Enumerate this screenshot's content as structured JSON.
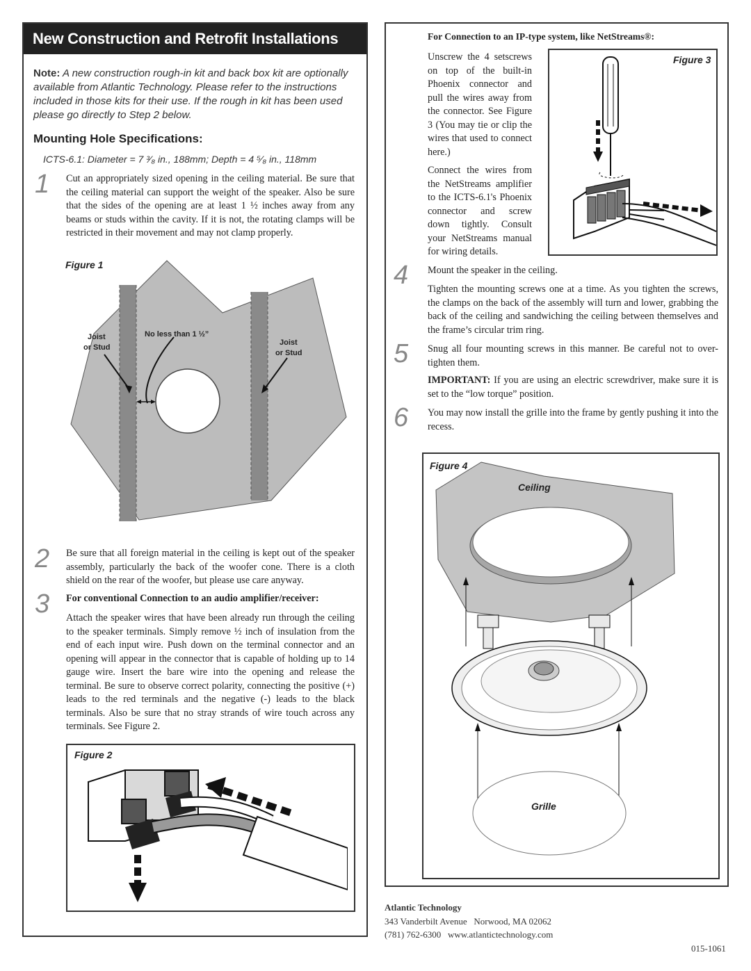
{
  "title": "New Construction and Retrofit Installations",
  "note": {
    "label": "Note:",
    "text": "A new construction rough-in kit and back box kit are optionally available from Atlantic Technology. Please refer to the instructions included in those kits for their use. If the rough in kit has been used please go directly to Step 2 below."
  },
  "mounting": {
    "heading": "Mounting Hole Specifications:",
    "spec": "ICTS-6.1: Diameter = 7 ³⁄₈ in., 188mm; Depth = 4 ⁵⁄₈ in., 118mm"
  },
  "steps": [
    {
      "num": "1",
      "text": "Cut an appropriately sized opening in the ceiling material. Be sure that the ceiling material can support the weight of the speaker. Also be sure that the sides of the opening are at least 1 ½ inches away from any beams or studs within the cavity. If it is not, the rotating clamps will be restricted in their movement and may not clamp properly."
    },
    {
      "num": "2",
      "text": "Be sure that all foreign material in the ceiling is kept out of the speaker assembly, particularly the back of the woofer cone. There is a cloth shield on the rear of the woofer, but please use care anyway."
    },
    {
      "num": "3",
      "heading": "For conventional Connection to an audio amplifier/receiver:",
      "text": "Attach the speaker wires that have been already run through the ceiling to the speaker terminals. Simply remove ½ inch of insulation from the end of each input wire. Push down on the terminal connector and an opening will appear in the connector that is capable of holding up to 14 gauge wire. Insert the bare wire into the opening and release the terminal. Be sure to observe correct polarity, connecting the positive (+) leads to the red terminals and the negative (-) leads to the black terminals. Also be sure that no stray strands of wire touch across any terminals. See Figure 2."
    },
    {
      "num": "4",
      "text1": "Mount the speaker in the ceiling.",
      "text2": "Tighten the mounting screws one at a time. As you tighten the screws, the clamps on the back of the assembly will turn and lower, grabbing the back of the ceiling and sandwiching the ceiling between themselves and the frame’s circular trim ring."
    },
    {
      "num": "5",
      "text": "Snug all four mounting screws in this manner. Be careful not to over-tighten them.",
      "important_label": "IMPORTANT:",
      "important_text": "If you are using an electric screwdriver, make sure it is set to the “low torque” position."
    },
    {
      "num": "6",
      "text": "You may now install the grille into the frame by gently pushing it into the recess."
    }
  ],
  "figure1": {
    "label": "Figure 1",
    "joist_left": [
      "Joist",
      "or Stud"
    ],
    "joist_right": [
      "Joist",
      "or Stud"
    ],
    "distance": "No less than 1 ½”"
  },
  "figure2": {
    "label": "Figure 2"
  },
  "ip": {
    "heading": "For Connection to an IP-type system, like NetStreams®:",
    "para1": "Unscrew the 4 setscrews on top of the built-in Phoenix connector and pull the wires away from the connector. See Figure 3 (You may tie or clip the wires that used to connect here.)",
    "para2": "Connect the wires from the NetStreams amplifier to the ICTS-6.1's Phoenix connector and screw down tightly. Consult your NetStreams manual for wiring details."
  },
  "figure3": {
    "label": "Figure 3"
  },
  "figure4": {
    "label": "Figure 4",
    "ceiling": "Ceiling",
    "grille": "Grille"
  },
  "footer": {
    "company": "Atlantic Technology",
    "address": "343 Vanderbilt Avenue   Norwood, MA 02062",
    "contact": "(781) 762-6300   www.atlantictechnology.com",
    "doc_number": "015-1061"
  },
  "colors": {
    "title_bg": "#222222",
    "panel_gray": "#bcbcbc",
    "stud_gray": "#8a8a8a"
  }
}
